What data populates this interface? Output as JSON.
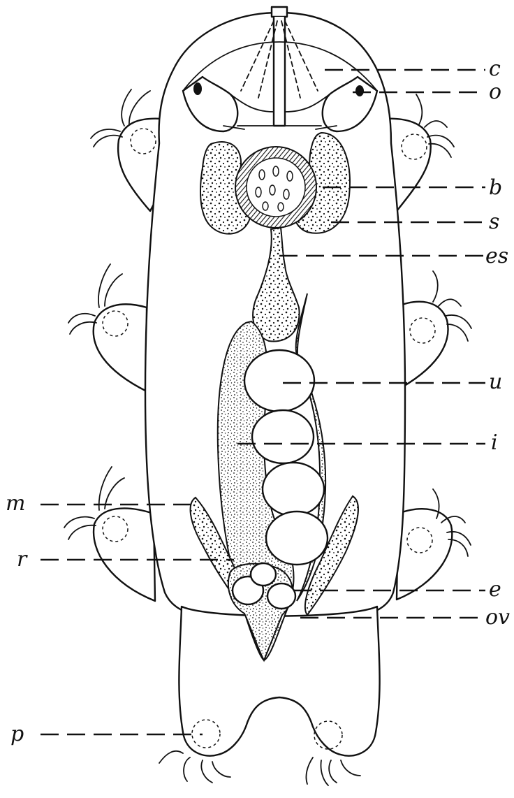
{
  "figure": {
    "labels": {
      "c": "c",
      "o": "o",
      "b": "b",
      "s": "s",
      "es": "es",
      "u": "u",
      "i": "i",
      "m": "m",
      "r": "r",
      "e": "e",
      "ov": "ov",
      "p": "p"
    }
  }
}
